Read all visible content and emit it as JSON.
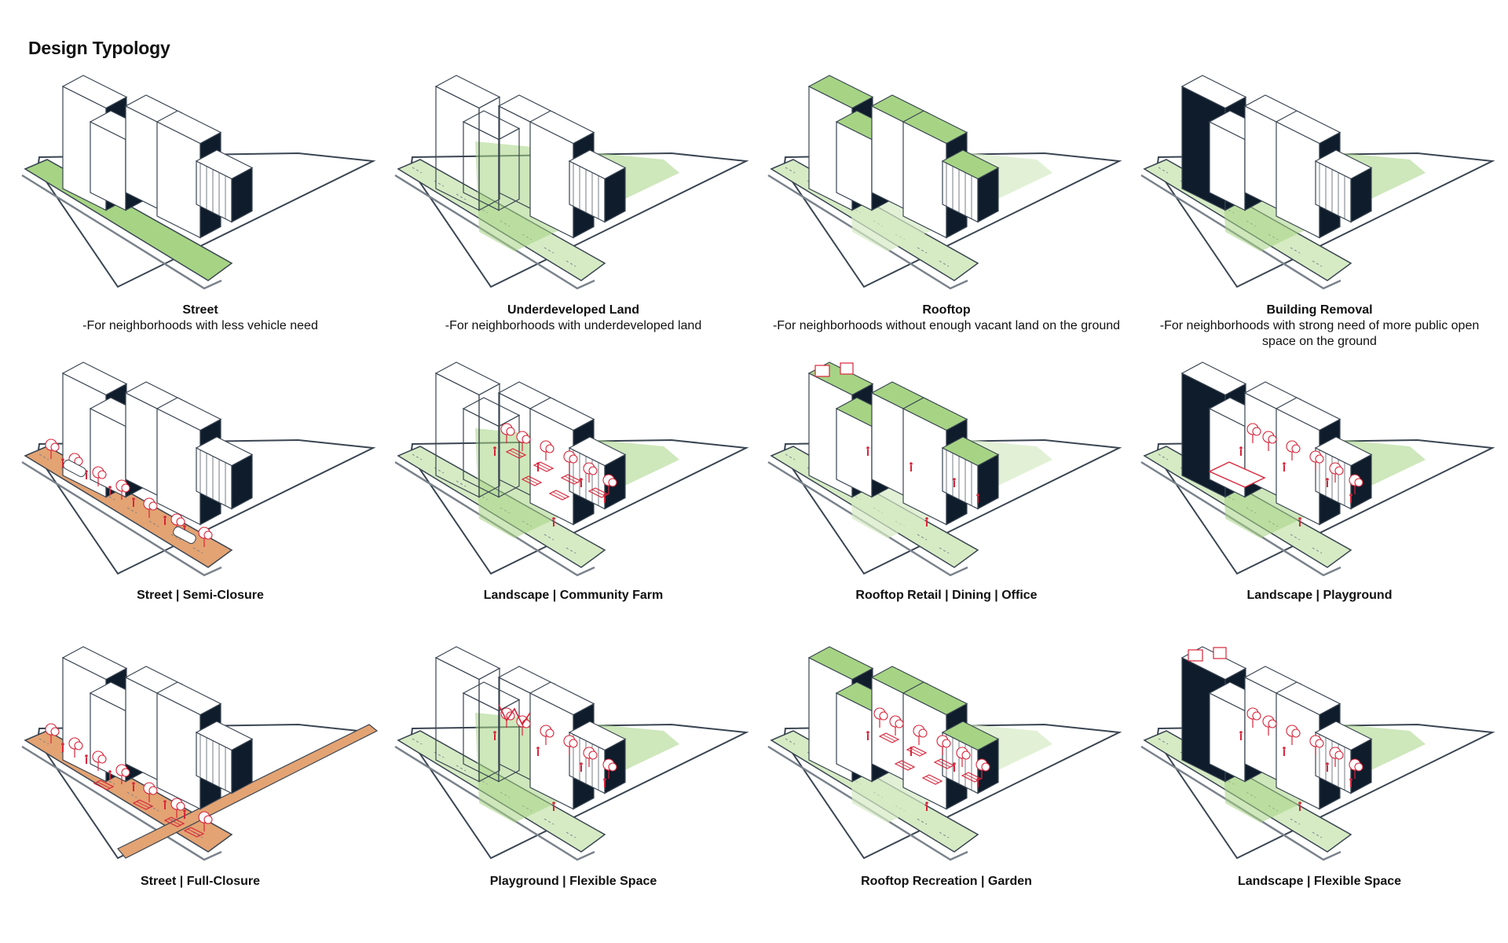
{
  "title": "Design Typology",
  "colors": {
    "building_dark": "#0f1c2b",
    "building_light": "#ffffff",
    "outline": "#3a4552",
    "green": "#a6d484",
    "green_light": "#d6ebc4",
    "orange": "#e3a373",
    "red": "#d8253a",
    "road_gray": "#7a828c"
  },
  "panels": [
    {
      "title": "Street",
      "subtitle": "-For neighborhoods with less vehicle need",
      "variant": "street",
      "elements": []
    },
    {
      "title": "Underdeveloped Land",
      "subtitle": "-For neighborhoods with underdeveloped land",
      "variant": "land",
      "elements": []
    },
    {
      "title": "Rooftop",
      "subtitle": "-For neighborhoods without enough vacant land on the ground",
      "variant": "roof",
      "elements": []
    },
    {
      "title": "Building Removal",
      "subtitle": "-For neighborhoods with strong need of more public open space on the ground",
      "variant": "removal",
      "elements": []
    },
    {
      "title": "Street | Semi-Closure",
      "subtitle": "",
      "variant": "street-semi",
      "elements": [
        "trees",
        "people",
        "cars"
      ]
    },
    {
      "title": "Landscape | Community Farm",
      "subtitle": "",
      "variant": "land",
      "elements": [
        "trees",
        "beds",
        "people"
      ]
    },
    {
      "title": "Rooftop Retail | Dining | Office",
      "subtitle": "",
      "variant": "roof",
      "elements": [
        "kiosks",
        "people"
      ]
    },
    {
      "title": "Landscape | Playground",
      "subtitle": "",
      "variant": "removal",
      "elements": [
        "court",
        "trees",
        "people"
      ]
    },
    {
      "title": "Street | Full-Closure",
      "subtitle": "",
      "variant": "street-full",
      "elements": [
        "trees",
        "people",
        "benches"
      ]
    },
    {
      "title": "Playground | Flexible Space",
      "subtitle": "",
      "variant": "land",
      "elements": [
        "playground",
        "trees",
        "people"
      ]
    },
    {
      "title": "Rooftop Recreation | Garden",
      "subtitle": "",
      "variant": "roof",
      "elements": [
        "beds",
        "trees",
        "people"
      ]
    },
    {
      "title": "Landscape | Flexible Space",
      "subtitle": "",
      "variant": "removal",
      "elements": [
        "kiosks",
        "trees",
        "people"
      ]
    }
  ]
}
